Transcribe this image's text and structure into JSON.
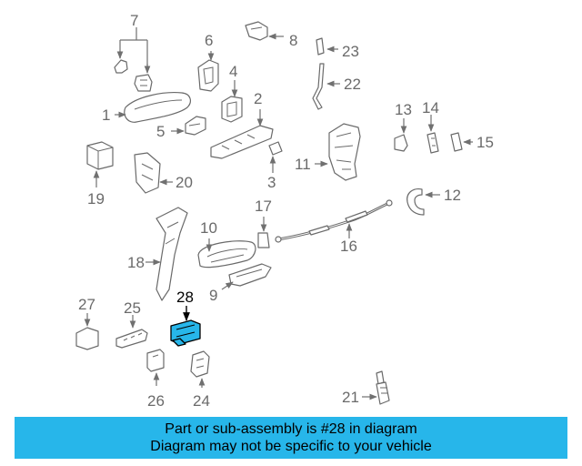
{
  "callouts": {
    "c1": "1",
    "c2": "2",
    "c3": "3",
    "c4": "4",
    "c5": "5",
    "c6": "6",
    "c7": "7",
    "c8": "8",
    "c9": "9",
    "c10": "10",
    "c11": "11",
    "c12": "12",
    "c13": "13",
    "c14": "14",
    "c15": "15",
    "c16": "16",
    "c17": "17",
    "c18": "18",
    "c19": "19",
    "c20": "20",
    "c21": "21",
    "c22": "22",
    "c23": "23",
    "c24": "24",
    "c25": "25",
    "c26": "26",
    "c27": "27",
    "c28": "28"
  },
  "highlight": {
    "part": "28",
    "color": "#27b6ea"
  },
  "banner": {
    "line1": "Part or sub-assembly is #28 in diagram",
    "line2": "Diagram may not be specific to your vehicle",
    "color": "#27b6ea"
  }
}
